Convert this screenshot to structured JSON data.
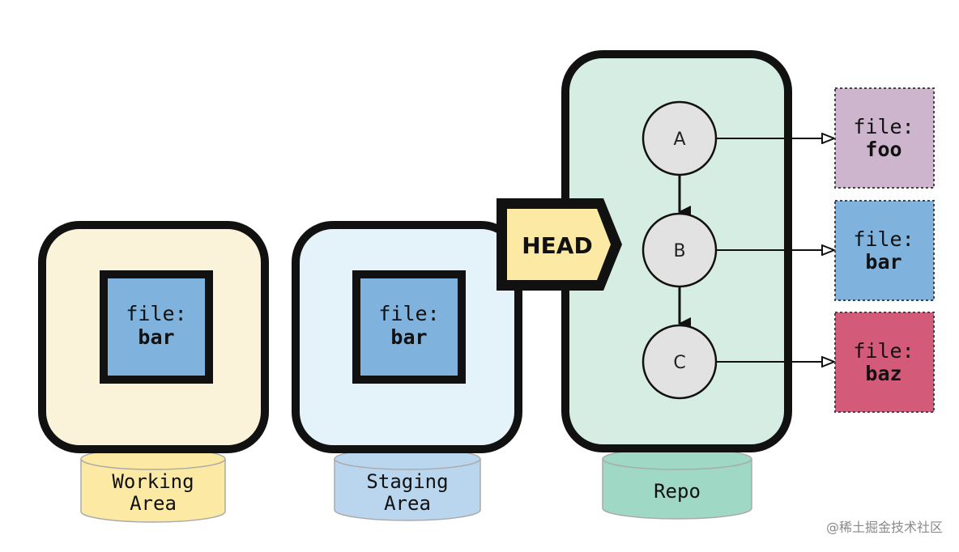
{
  "areas": {
    "working": {
      "line1": "Working",
      "line2": "Area",
      "file_prefix": "file:",
      "file_name": "bar"
    },
    "staging": {
      "line1": "Staging",
      "line2": "Area",
      "file_prefix": "file:",
      "file_name": "bar"
    },
    "repo": {
      "label": "Repo"
    }
  },
  "head": {
    "label": "HEAD"
  },
  "commits": [
    {
      "id": "A"
    },
    {
      "id": "B"
    },
    {
      "id": "C"
    }
  ],
  "snapshot_files": [
    {
      "prefix": "file:",
      "name": "foo"
    },
    {
      "prefix": "file:",
      "name": "bar"
    },
    {
      "prefix": "file:",
      "name": "baz"
    }
  ],
  "watermark": "@稀土掘金技术社区",
  "colors": {
    "working_bg": "#faf3d9",
    "staging_bg": "#e4f2f9",
    "repo_bg": "#d6ede4",
    "file_blue": "#7fb3dd",
    "head_fill": "#fbe9a4",
    "commit_fill": "#e2e2e2",
    "foo_fill": "#cdb5ce",
    "bar_fill": "#7fb3dd",
    "baz_fill": "#d45a7a",
    "working_base": "#fbe9a4",
    "staging_base": "#b9d6ee",
    "repo_base": "#9fd8c4"
  }
}
